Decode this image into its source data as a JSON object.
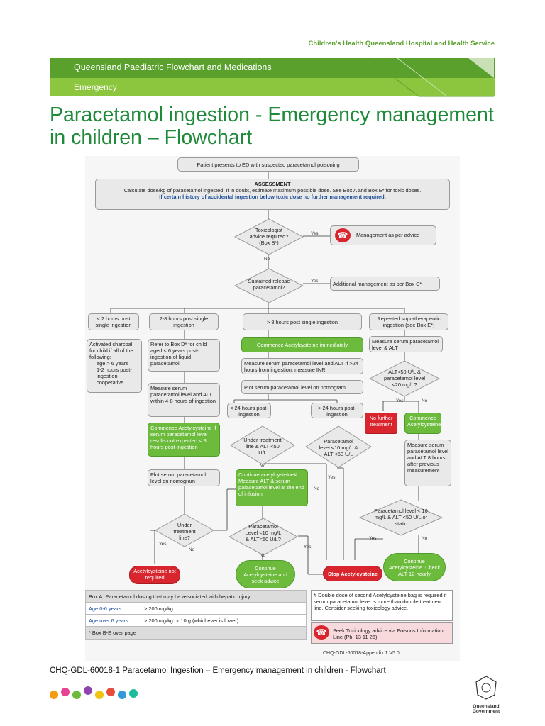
{
  "header": {
    "org": "Children's Health Queensland Hospital and Health Service",
    "band_title": "Queensland Paediatric Flowchart and Medications",
    "band_sub": "Emergency"
  },
  "title": "Paracetamol ingestion - Emergency management in children – Flowchart",
  "flow": {
    "start": "Patient presents to ED with suspected paracetamol poisoning",
    "assess_title": "ASSESSMENT",
    "assess_text": "Calculate dose/kg of paracetamol ingested. If in doubt, estimate maximum possible dose. See Box A and Box E* for toxic doses.",
    "assess_note": "If certain history of accidental ingestion below toxic dose no further management required.",
    "tox_q": "Toxicologist advice required? (Box B*)",
    "tox_yes": "Management as per advice",
    "sr_q": "Sustained release paracetamol?",
    "sr_yes": "Additional management as per Box C*",
    "yes": "Yes",
    "no": "No",
    "col1": "< 2 hours post single ingestion",
    "col2": "2-8 hours post single ingestion",
    "col3": "> 8 hours post single ingestion",
    "col4": "Repeated supratherapeutic ingestion (see Box E*)",
    "charcoal": "Activated charcoal for child if all of the following:",
    "charcoal_items": [
      "age > 6 years",
      "1-2 hours post-ingestion",
      "cooperative"
    ],
    "box_d": "Refer to Box D* for child aged < 6 years post-ingestion of liquid paracetamol.",
    "measure_48": "Measure serum paracetamol level and ALT within 4-8 hours of ingestion",
    "commence_if": "Commence Acetylcysteine if serum paracetamol level results not expected < 8 hours post-ingestion",
    "plot1": "Plot serum paracetamol level on nomogram",
    "under_q": "Under treatment line?",
    "acet_not": "Acetylcysteine not required",
    "commence_now": "Commence Acetylcysteine immediately",
    "measure_inr": "Measure serum paracetamol level and ALT If >24 hours from ingestion, measure INR",
    "plot2": "Plot serum paracetamol level on nomogram",
    "lt24": "< 24 hours post-ingestion",
    "gt24": "> 24 hours post-ingestion",
    "under_alt": "Under treatment line & ALT <50 U/L",
    "para10": "Paracetamol level <10 mg/L & ALT <50 U/L",
    "continue_box": [
      "Continue acetylcysteine#",
      "Measure ALT & serum paracetamol level at the end of infusion"
    ],
    "para10b": "Paracetamol Level <10 mg/L & ALT<50 U/L?",
    "continue_seek": "Continue Acetylcysteine and seek advice",
    "stop": "Stop Acetylcysteine",
    "measure_alt": "Measure serum paracetamol level & ALT",
    "alt_q": "ALT<50 U/L & paracetamol level <20 mg/L?",
    "no_further": "No further treatment",
    "commence2": "Commence Acetylcysteine",
    "measure8": "Measure serum paracetamol level and ALT 8 hours after previous measurement",
    "para_static": "Paracetamol level < 10 mg/L & ALT <50 U/L or static",
    "continue_check": "Continue Acetylcysteine. Check ALT 12-hourly"
  },
  "box_a": {
    "header": "Box A: Paracetamol dosing that may be associated with hepatic injury",
    "rows": [
      {
        "age": "Age 0-6 years:",
        "dose": "> 200 mg/kg"
      },
      {
        "age": "Age over 6 years:",
        "dose": "> 200 mg/kg or 10 g (whichever is lower)"
      }
    ],
    "footer": "* Box B-E over page"
  },
  "note": "# Double dose of second Acetylcysteine bag is required if serum paracetamol level is more than double treatment line. Consider seeking toxicology advice.",
  "poisons": "Seek Toxicology advice via Poisons Information Line (Ph: 13 11 26)",
  "ref": "CHQ-GDL-60018-Appendix 1 V5.0",
  "caption": "CHQ-GDL-60018-1 Paracetamol Ingestion – Emergency management in children - Flowchart",
  "gov": "Queensland Government",
  "colors": {
    "green": "#5aa02c",
    "light_green": "#8cc63f",
    "title": "#1f8a3a",
    "red": "#d9262e"
  }
}
